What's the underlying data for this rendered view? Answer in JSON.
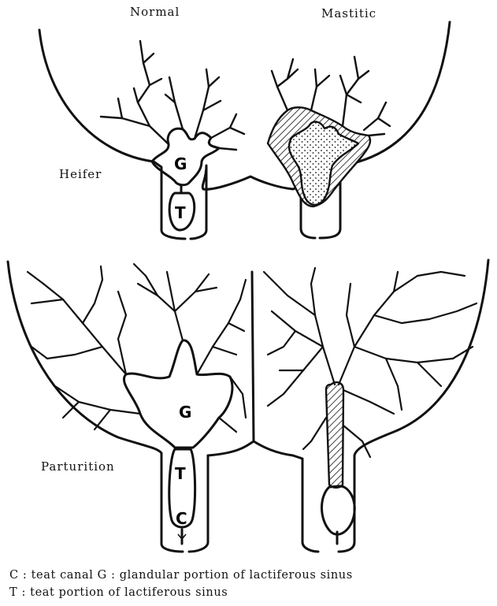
{
  "labels": {
    "normal": "Normal",
    "mastitic": "Mastitic",
    "heifer": "Heifer",
    "parturition": "Parturition",
    "g_top": "G",
    "t_top": "T",
    "g_bottom": "G",
    "t_bottom": "T",
    "c_bottom": "C"
  },
  "legend": {
    "line1": "C : teat canal   G : glandular portion of lactiferous sinus",
    "line2": "T : teat portion of lactiferous sinus"
  },
  "colors": {
    "ink": "#111111",
    "background": "#ffffff"
  }
}
